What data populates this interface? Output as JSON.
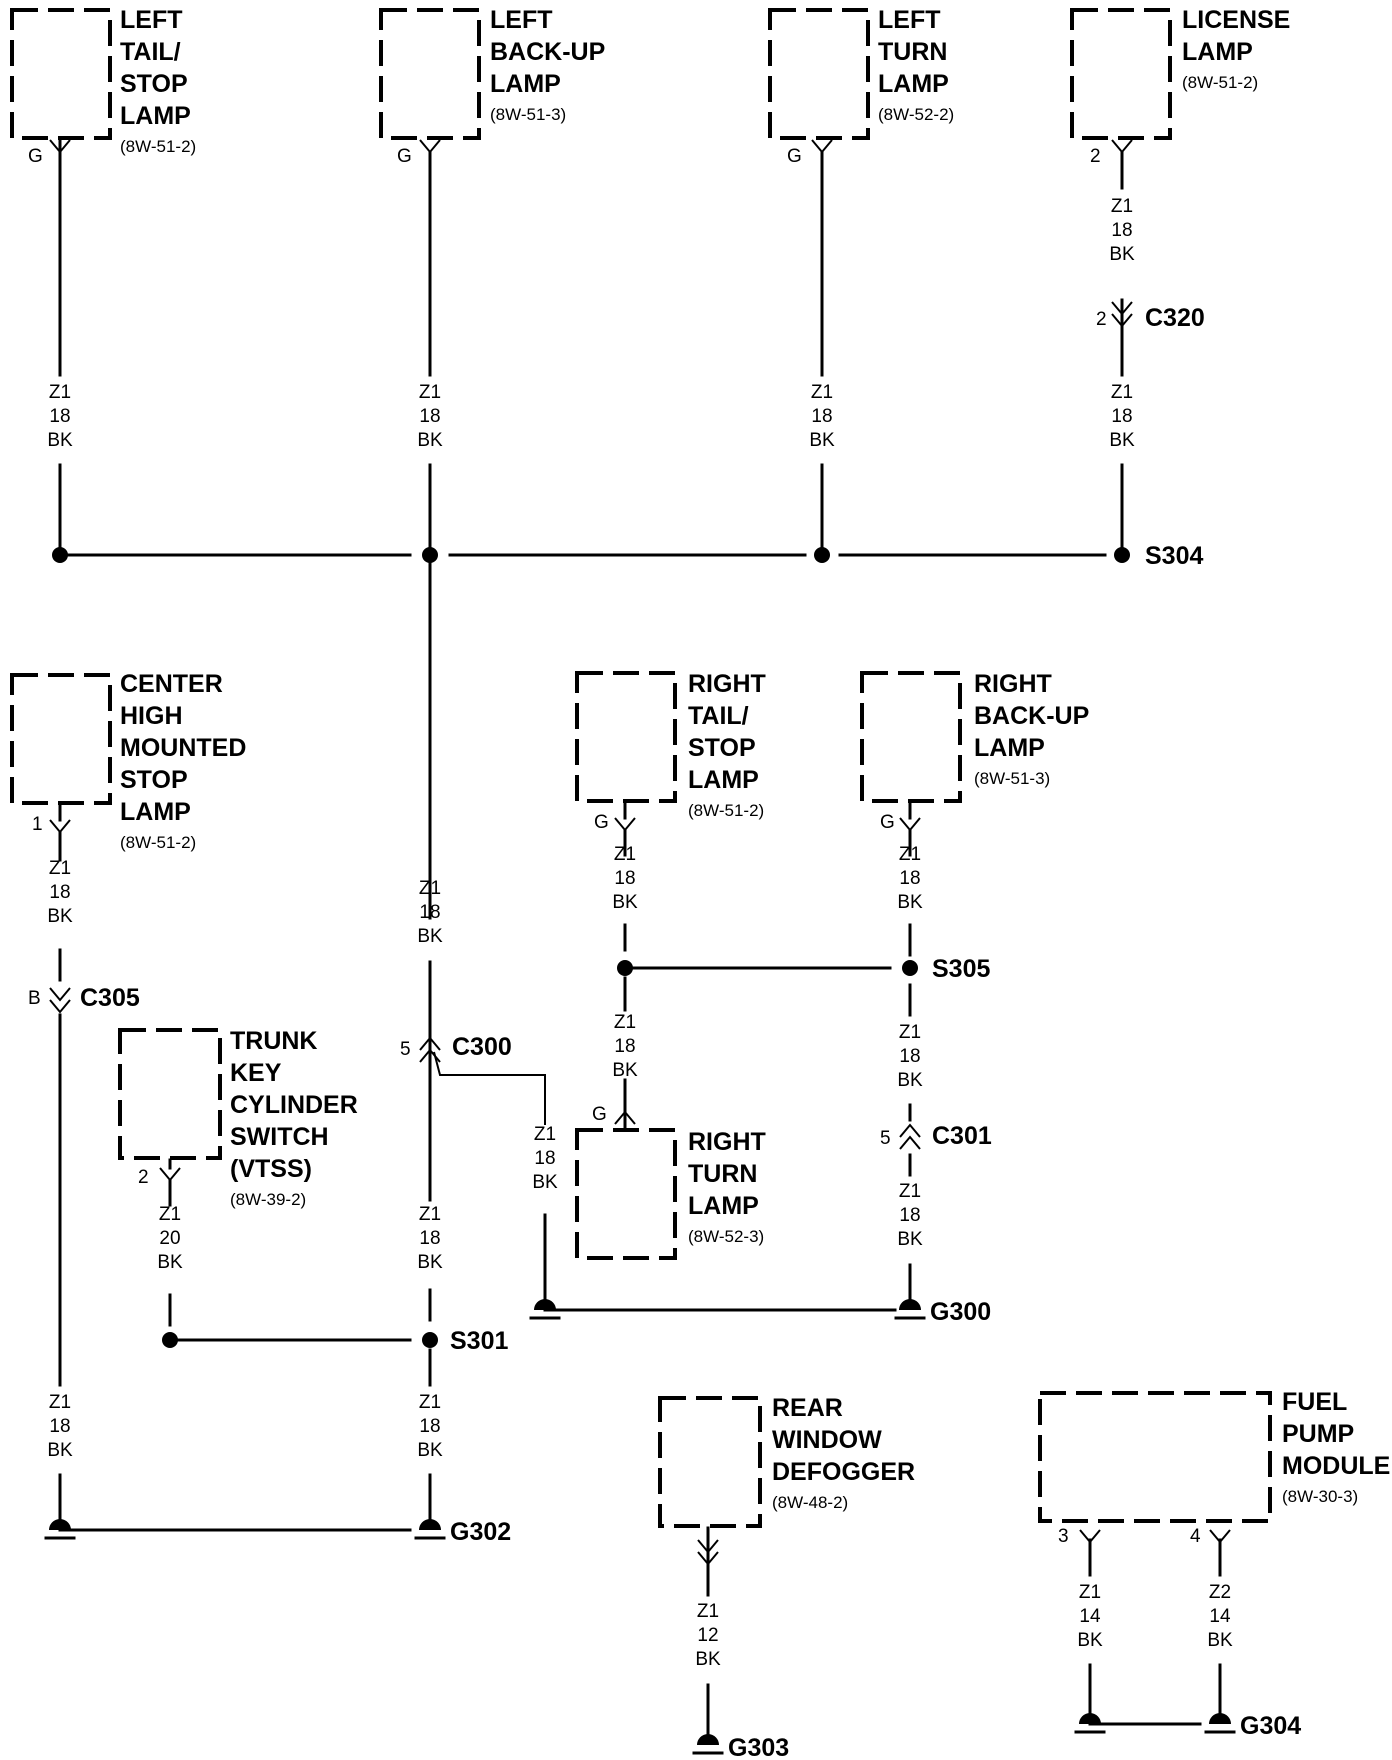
{
  "components": [
    {
      "key": "left_tail_stop",
      "lines": [
        "LEFT",
        "TAIL/",
        "STOP",
        "LAMP"
      ],
      "ref": "(8W-51-2)",
      "pin": "G"
    },
    {
      "key": "left_backup",
      "lines": [
        "LEFT",
        "BACK-UP",
        "LAMP"
      ],
      "ref": "(8W-51-3)",
      "pin": "G"
    },
    {
      "key": "left_turn",
      "lines": [
        "LEFT",
        "TURN",
        "LAMP"
      ],
      "ref": "(8W-52-2)",
      "pin": "G"
    },
    {
      "key": "license",
      "lines": [
        "LICENSE",
        "LAMP"
      ],
      "ref": "(8W-51-2)",
      "pin": "2"
    },
    {
      "key": "chmsl",
      "lines": [
        "CENTER",
        "HIGH",
        "MOUNTED",
        "STOP",
        "LAMP"
      ],
      "ref": "(8W-51-2)",
      "pin": "1"
    },
    {
      "key": "right_tail_stop",
      "lines": [
        "RIGHT",
        "TAIL/",
        "STOP",
        "LAMP"
      ],
      "ref": "(8W-51-2)",
      "pin": "G"
    },
    {
      "key": "right_backup",
      "lines": [
        "RIGHT",
        "BACK-UP",
        "LAMP"
      ],
      "ref": "(8W-51-3)",
      "pin": "G"
    },
    {
      "key": "trunk_switch",
      "lines": [
        "TRUNK",
        "KEY",
        "CYLINDER",
        "SWITCH",
        "(VTSS)"
      ],
      "ref": "(8W-39-2)",
      "pin": "2"
    },
    {
      "key": "right_turn",
      "lines": [
        "RIGHT",
        "TURN",
        "LAMP"
      ],
      "ref": "(8W-52-3)",
      "pin": "G"
    },
    {
      "key": "rear_defogger",
      "lines": [
        "REAR",
        "WINDOW",
        "DEFOGGER"
      ],
      "ref": "(8W-48-2)",
      "pin": ""
    },
    {
      "key": "fuel_pump",
      "lines": [
        "FUEL",
        "PUMP",
        "MODULE"
      ],
      "ref": "(8W-30-3)",
      "pins": [
        "3",
        "4"
      ]
    }
  ],
  "wires": [
    {
      "key": "w_lts",
      "lines": [
        "Z1",
        "18",
        "BK"
      ]
    },
    {
      "key": "w_lbu",
      "lines": [
        "Z1",
        "18",
        "BK"
      ]
    },
    {
      "key": "w_lt",
      "lines": [
        "Z1",
        "18",
        "BK"
      ]
    },
    {
      "key": "w_lic_top",
      "lines": [
        "Z1",
        "18",
        "BK"
      ]
    },
    {
      "key": "w_lic_bot",
      "lines": [
        "Z1",
        "18",
        "BK"
      ]
    },
    {
      "key": "w_chmsl",
      "lines": [
        "Z1",
        "18",
        "BK"
      ]
    },
    {
      "key": "w_mid_top",
      "lines": [
        "Z1",
        "18",
        "BK"
      ]
    },
    {
      "key": "w_rts",
      "lines": [
        "Z1",
        "18",
        "BK"
      ]
    },
    {
      "key": "w_rbu",
      "lines": [
        "Z1",
        "18",
        "BK"
      ]
    },
    {
      "key": "w_s305_left",
      "lines": [
        "Z1",
        "18",
        "BK"
      ]
    },
    {
      "key": "w_s305_right",
      "lines": [
        "Z1",
        "18",
        "BK"
      ]
    },
    {
      "key": "w_c300_right",
      "lines": [
        "Z1",
        "18",
        "BK"
      ]
    },
    {
      "key": "w_trunk",
      "lines": [
        "Z1",
        "20",
        "BK"
      ]
    },
    {
      "key": "w_c300_down",
      "lines": [
        "Z1",
        "18",
        "BK"
      ]
    },
    {
      "key": "w_c301_down",
      "lines": [
        "Z1",
        "18",
        "BK"
      ]
    },
    {
      "key": "w_c305_down",
      "lines": [
        "Z1",
        "18",
        "BK"
      ]
    },
    {
      "key": "w_s301_down",
      "lines": [
        "Z1",
        "18",
        "BK"
      ]
    },
    {
      "key": "w_defog",
      "lines": [
        "Z1",
        "12",
        "BK"
      ]
    },
    {
      "key": "w_fuel_3",
      "lines": [
        "Z1",
        "14",
        "BK"
      ]
    },
    {
      "key": "w_fuel_4",
      "lines": [
        "Z2",
        "14",
        "BK"
      ]
    }
  ],
  "connectors": [
    {
      "key": "c320",
      "name": "C320",
      "pin": "2"
    },
    {
      "key": "c305",
      "name": "C305",
      "pin": "B"
    },
    {
      "key": "c300",
      "name": "C300",
      "pin": "5"
    },
    {
      "key": "c301",
      "name": "C301",
      "pin": "5"
    }
  ],
  "splices": [
    {
      "key": "s304",
      "name": "S304"
    },
    {
      "key": "s305",
      "name": "S305"
    },
    {
      "key": "s301",
      "name": "S301"
    }
  ],
  "grounds": [
    {
      "key": "g300",
      "name": "G300"
    },
    {
      "key": "g302",
      "name": "G302"
    },
    {
      "key": "g303",
      "name": "G303"
    },
    {
      "key": "g304",
      "name": "G304"
    }
  ]
}
